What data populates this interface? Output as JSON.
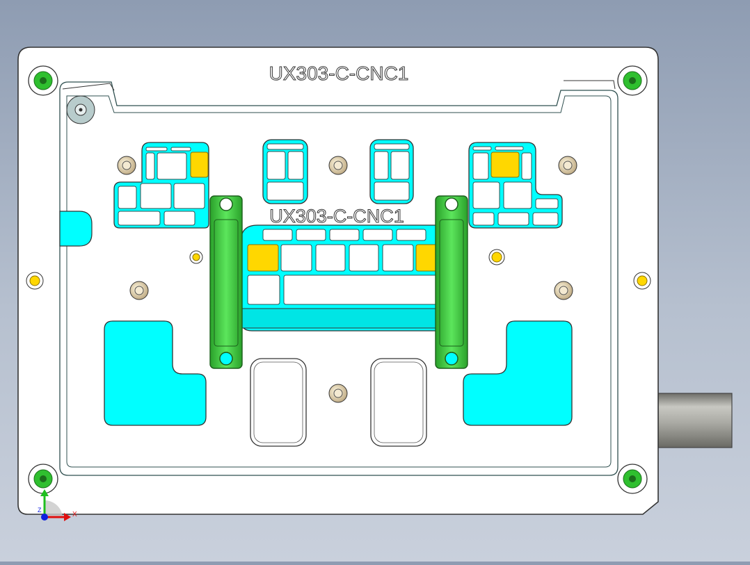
{
  "part": {
    "top_label": "UX303-C-CNC1",
    "center_label": "UX303-C-CNC1"
  },
  "triad": {
    "x_label": "X",
    "z_label": "Z"
  },
  "colors": {
    "plate": "#ffffff",
    "outline": "#3a3a3a",
    "pocket_cyan": "#00ffff",
    "pad_yellow": "#ffd700",
    "clamp_green": "#3ee03e",
    "dowel_green": "#2fbf2f",
    "dowel_brass": "#d8c7a0",
    "rod_gray": "#a9a9a3"
  }
}
